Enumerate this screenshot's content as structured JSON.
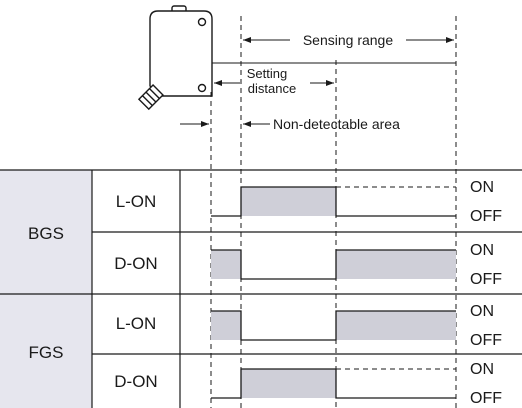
{
  "annotations": {
    "sensing_range": "Sensing range",
    "setting_distance_line1": "Setting",
    "setting_distance_line2": "distance",
    "non_detectable_area": "Non-detectable area"
  },
  "modes": [
    {
      "group": "BGS",
      "rows": [
        "L-ON",
        "D-ON"
      ]
    },
    {
      "group": "FGS",
      "rows": [
        "L-ON",
        "D-ON"
      ]
    }
  ],
  "states": {
    "on": "ON",
    "off": "OFF"
  },
  "colors": {
    "on_fill": "#cfcfd8",
    "line": "#1a1a1a",
    "group_fill": "#e6e6ee"
  }
}
